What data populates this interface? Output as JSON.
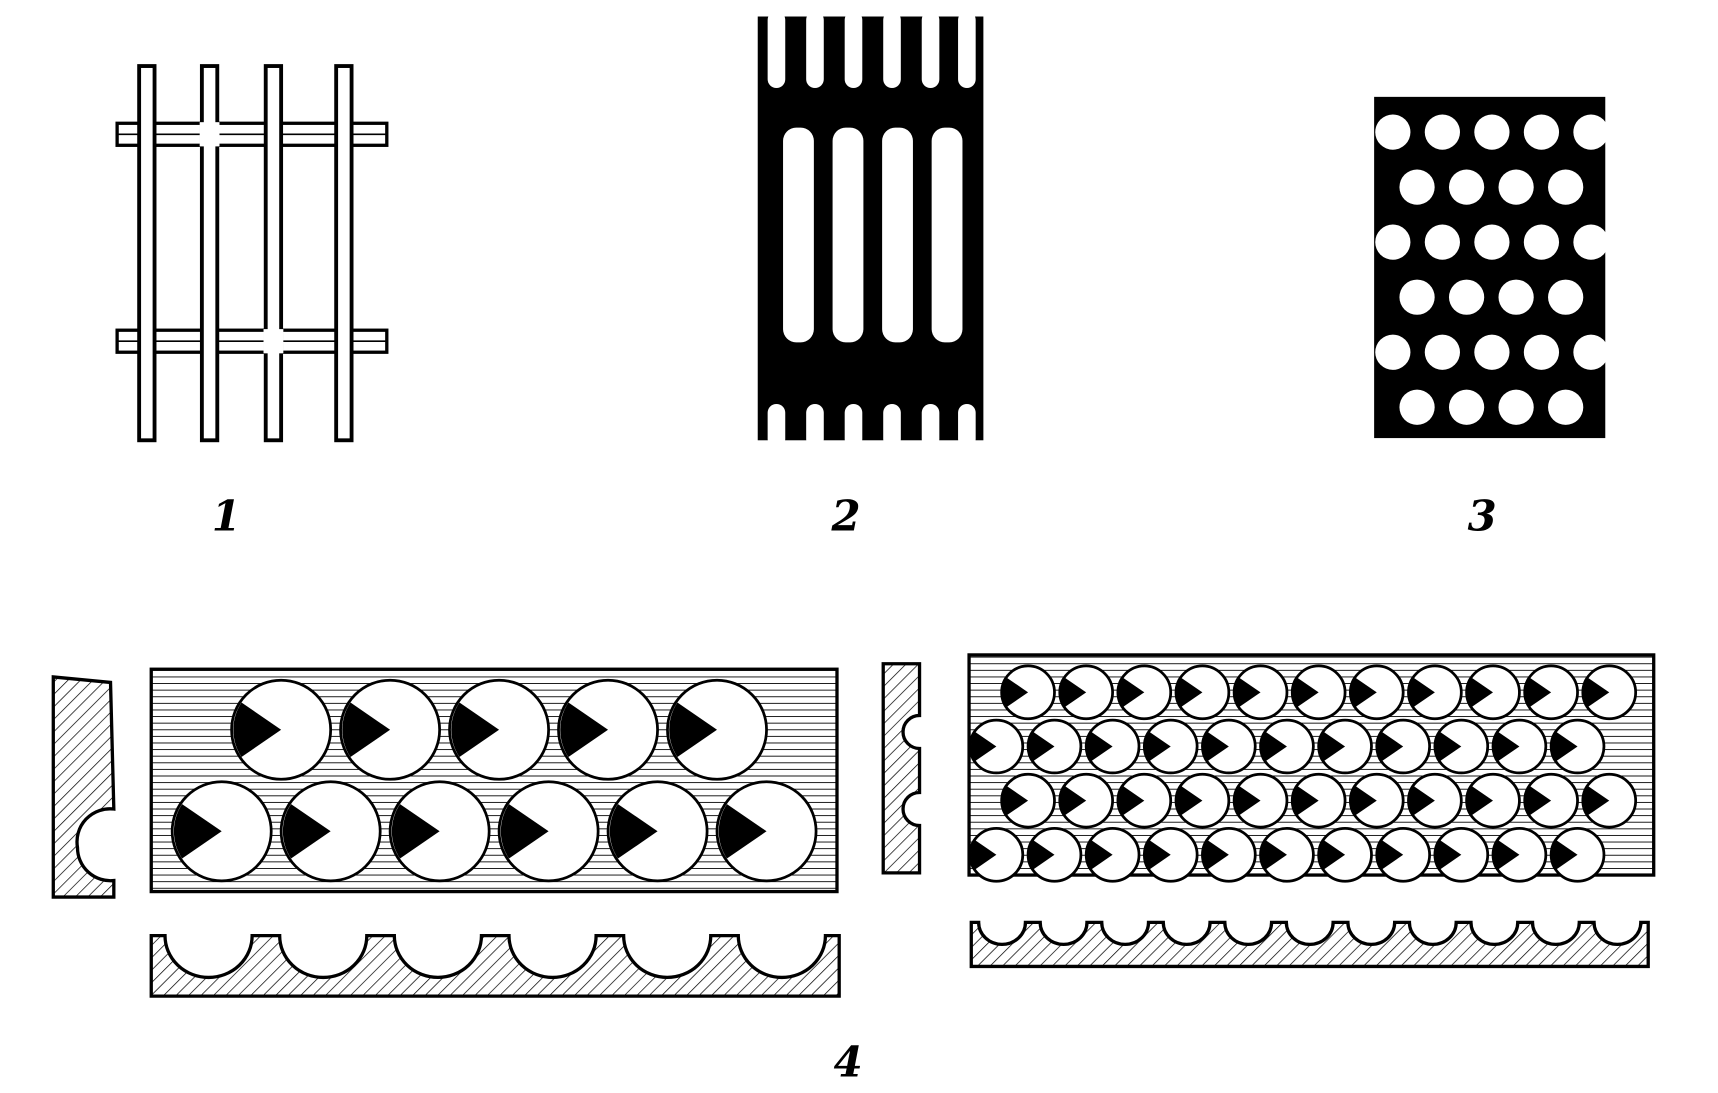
{
  "figure_labels": {
    "wire_mesh": "1",
    "slotted_plate": "2",
    "perforated_plate": "3",
    "grooved_plates": "4"
  },
  "colors": {
    "ink": "#000000",
    "paper": "#ffffff"
  }
}
